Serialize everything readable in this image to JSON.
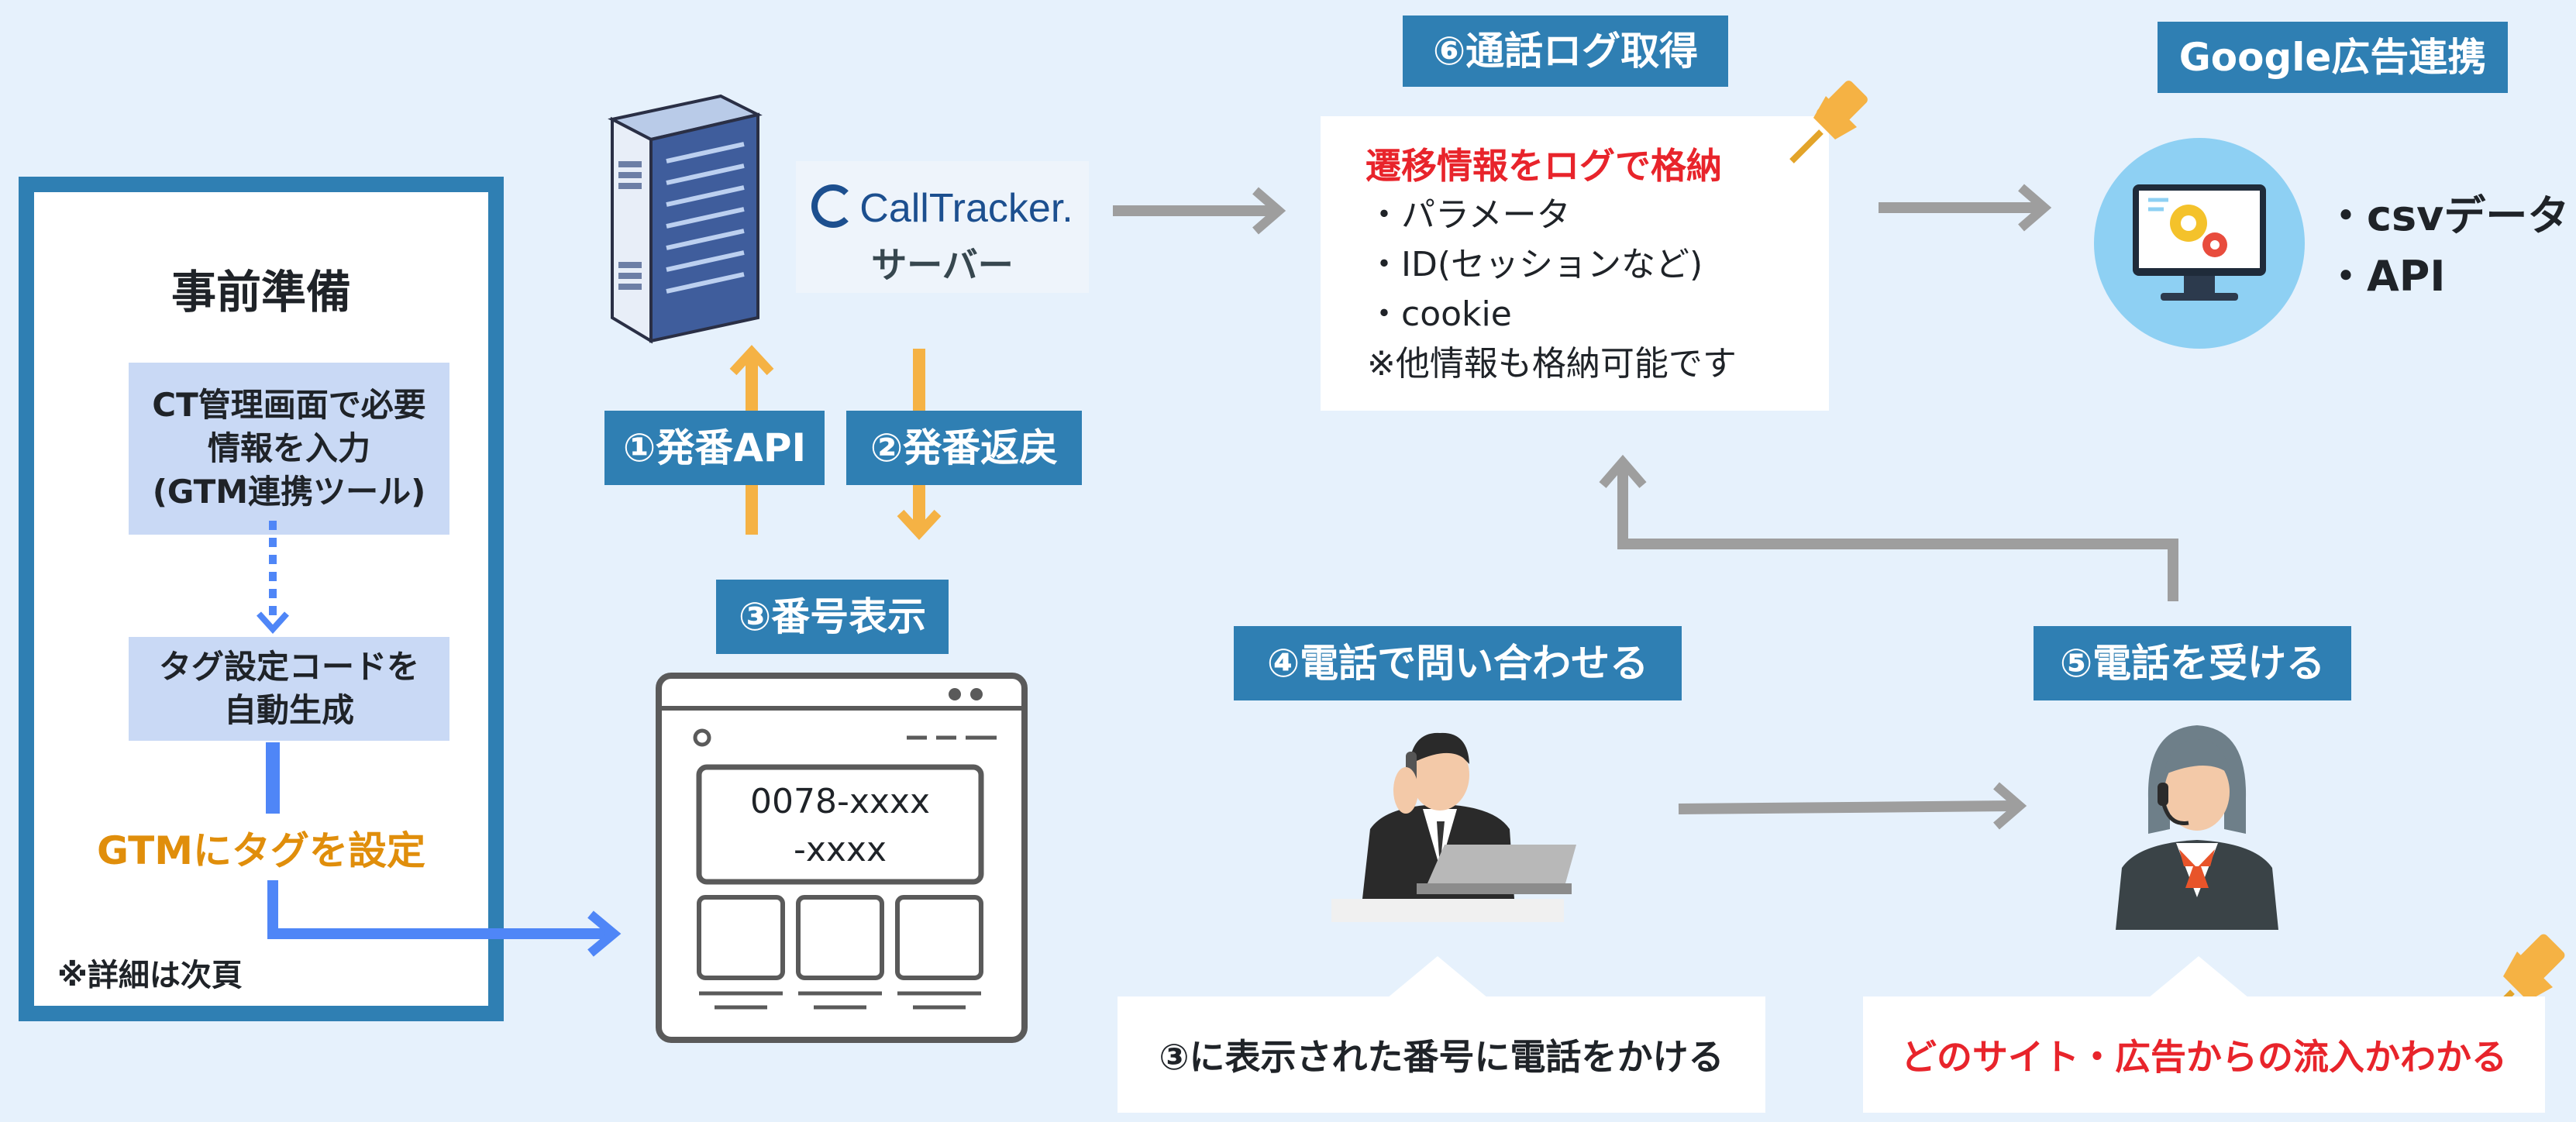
{
  "prep": {
    "title": "事前準備",
    "step1": [
      "CT管理画面で必要",
      "情報を入力",
      "(GTM連携ツール)"
    ],
    "step2": [
      "タグ設定コードを",
      "自動生成"
    ],
    "step3": "GTMにタグを設定",
    "note": "※詳細は次頁"
  },
  "server": {
    "logo": "CallTracker.",
    "label": "サーバー"
  },
  "steps": {
    "s1": "①発番API",
    "s2": "②発番返戻",
    "s3": "③番号表示",
    "s4": "④電話で問い合わせる",
    "s5": "⑤電話を受ける",
    "s6": "⑥通話ログ取得",
    "google": "Google広告連携"
  },
  "browser": {
    "number_line1": "0078-xxxx",
    "number_line2": "-xxxx"
  },
  "log": {
    "heading": "遷移情報をログで格納",
    "items": [
      "・パラメータ",
      "・ID(セッションなど)",
      "・cookie",
      "※他情報も格納可能です"
    ]
  },
  "google": {
    "items": [
      "・csvデータ",
      "・API"
    ]
  },
  "callouts": {
    "caller": "③に表示された番号に電話をかける",
    "operator": "どのサイト・広告からの流入かわかる"
  },
  "colors": {
    "label_blue": "#2f7fb3",
    "arrow_orange": "#f5b244",
    "arrow_gray": "#9e9e9e",
    "flow_blue": "#4f86f7",
    "accent_red": "#e8242b",
    "gtm_orange": "#e08e0b"
  }
}
